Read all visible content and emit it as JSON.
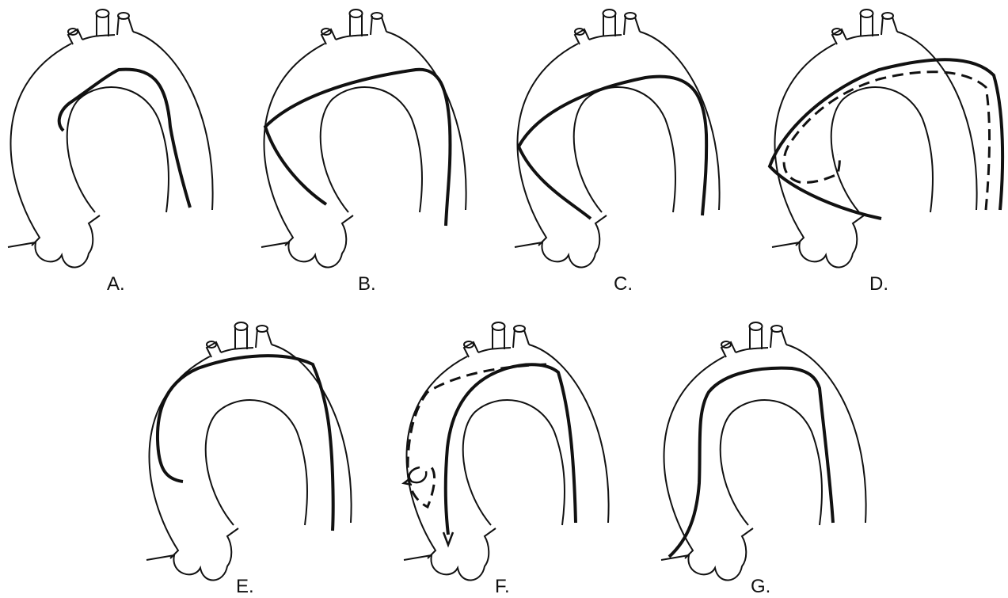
{
  "panels": [
    {
      "label": "A."
    },
    {
      "label": "B."
    },
    {
      "label": "C."
    },
    {
      "label": "D."
    },
    {
      "label": "E."
    },
    {
      "label": "F."
    },
    {
      "label": "G."
    }
  ],
  "style": {
    "ink": "#111111",
    "background": "#ffffff"
  }
}
